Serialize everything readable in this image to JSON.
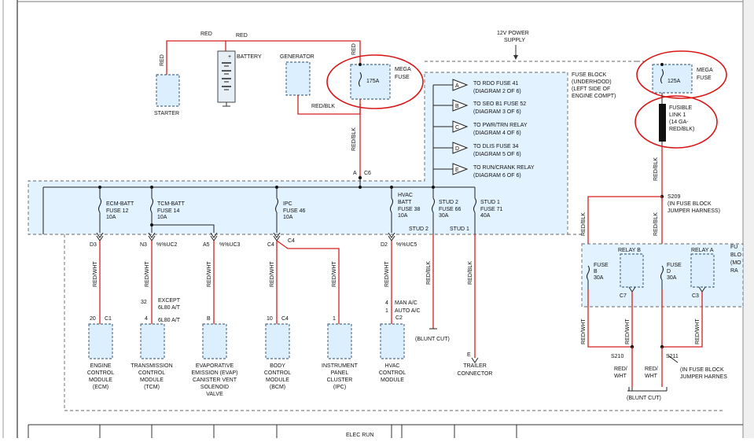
{
  "power": {
    "title_line1": "12V POWER",
    "title_line2": "SUPPLY"
  },
  "top": {
    "red1": "RED",
    "red2": "RED",
    "red_vert": "RED",
    "red_mega": "RED",
    "battery": "BATTERY",
    "battery_plus": "+",
    "starter": "STARTER",
    "generator": "GENERATOR",
    "mega_fuse_rating": "175A",
    "mega_fuse_label1": "MEGA",
    "mega_fuse_label2": "FUSE",
    "red_blk_gen": "RED/BLK",
    "red_blk_vert": "RED/BLK",
    "fuse_block_title": [
      "FUSE BLOCK",
      "(UNDERHOOD)",
      "(LEFT SIDE OF",
      "ENGINE COMPT)"
    ]
  },
  "refs": [
    {
      "letter": "A",
      "line1": "TO RDO FUSE 41",
      "line2": "(DIAGRAM 2 OF 6)"
    },
    {
      "letter": "B",
      "line1": "TO SEO B1 FUSE 52",
      "line2": "(DIAGRAM 3 OF 6)"
    },
    {
      "letter": "C",
      "line1": "TO PWR/TRN RELAY",
      "line2": "(DIAGRAM 4 OF 6)"
    },
    {
      "letter": "D",
      "line1": "TO DLIS FUSE 34",
      "line2": "(DIAGRAM 5 OF 6)"
    },
    {
      "letter": "E",
      "line1": "TO RUN/CRANK RELAY",
      "line2": "(DIAGRAM 6 OF 6)"
    }
  ],
  "c6": {
    "a": "A",
    "c6": "C6"
  },
  "fuses": [
    {
      "l1": "ECM-BATT",
      "l2": "FUSE 12",
      "l3": "10A"
    },
    {
      "l1": "TCM-BATT",
      "l2": "FUSE 14",
      "l3": "10A"
    },
    {
      "l1": "IPC",
      "l2": "FUSE 46",
      "l3": "10A"
    },
    {
      "l1": "HVAC",
      "l2": "BATT",
      "l3": "FUSE 38",
      "l4": "10A"
    },
    {
      "l1": "STUD 2",
      "l2": "FUSE 66",
      "l3": "30A"
    },
    {
      "l1": "STUD 1",
      "l2": "FUSE 71",
      "l3": "40A"
    }
  ],
  "studs": {
    "stud2": "STUD 2",
    "stud1": "STUD 1"
  },
  "pins": {
    "d3": "D3",
    "n3": "N3",
    "uc2": "%%UC2",
    "a5": "A5",
    "uc3": "%%UC3",
    "c4a": "C4",
    "c4b": "C4",
    "d2": "D2",
    "uc5": "%%UC5"
  },
  "wires": {
    "w1": "RED/WHT",
    "w2": "RED/WHT",
    "w3": "RED/WHT",
    "w4": "RED/WHT",
    "w5": "RED/WHT",
    "w6": "RED/WHT",
    "w7": "RED/BLK",
    "w8": "RED/BLK"
  },
  "modules": [
    {
      "pin": "20",
      "conn": "C1",
      "name": [
        "ENGINE",
        "CONTROL",
        "MODULE",
        "(ECM)"
      ]
    },
    {
      "pin": "4",
      "conn": "6L80 A/T",
      "pin2": "32",
      "conn2": "EXCEPT",
      "conn2b": "6L80 A/T",
      "name": [
        "TRANSMISSION",
        "CONTROL",
        "MODULE",
        "(TCM)"
      ]
    },
    {
      "pin": "B",
      "name": [
        "EVAPORATIVE",
        "EMISSION (EVAP)",
        "CANISTER VENT",
        "SOLENOID",
        "VALVE"
      ]
    },
    {
      "pin": "10",
      "conn": "C4",
      "name": [
        "BODY",
        "CONTROL",
        "MODULE",
        "(BCM)"
      ]
    },
    {
      "pin": "1",
      "name": [
        "INSTRUMENT",
        "PANEL",
        "CLUSTER",
        "(IPC)"
      ]
    },
    {
      "pin": "4",
      "conn": "MAN A/C",
      "pin2": "1",
      "conn2": "AUTO A/C",
      "conn3": "C2",
      "name": [
        "HVAC",
        "CONTROL",
        "MODULE"
      ]
    }
  ],
  "blunt_cut_mid": "(BLUNT CUT)",
  "trailer": {
    "pin": "E",
    "name": [
      "TRAILER",
      "CONNECTOR"
    ]
  },
  "right": {
    "mega_rating": "125A",
    "mega_l1": "MEGA",
    "mega_l2": "FUSE",
    "fusible": [
      "FUSIBLE",
      "LINK 1",
      "(14 GA-",
      "RED/BLK)"
    ],
    "red_blk_v": "RED/BLK",
    "s209": "S209",
    "s209_note1": "(IN FUSE BLOCK",
    "s209_note2": "JUMPER HARNESS)",
    "red_blk_l": "RED/BLK",
    "red_blk_r": "RED/BLK",
    "fuse_b": [
      "FUSE",
      "B",
      "30A"
    ],
    "fuse_d": [
      "FUSE",
      "D",
      "30A"
    ],
    "relay_b": "RELAY B",
    "relay_a": "RELAY A",
    "c7": "C7",
    "c3": "C3",
    "fuse_block_right": [
      "FU",
      "BLO",
      "(MO",
      "RA"
    ],
    "rw1": "RED/WHT",
    "rw2": "RED/WHT",
    "rw3": "RED/WHT",
    "s210": "S210",
    "s211": "S211",
    "rw_l": [
      "RED/",
      "WHT"
    ],
    "rw_r": [
      "RED/",
      "WHT"
    ],
    "s211_note1": "(IN FUSE BLOCK",
    "s211_note2": "JUMPER HARNES",
    "blunt_cut": "(BLUNT CUT)"
  },
  "bottom": {
    "elec_run": "ELEC RUN"
  }
}
